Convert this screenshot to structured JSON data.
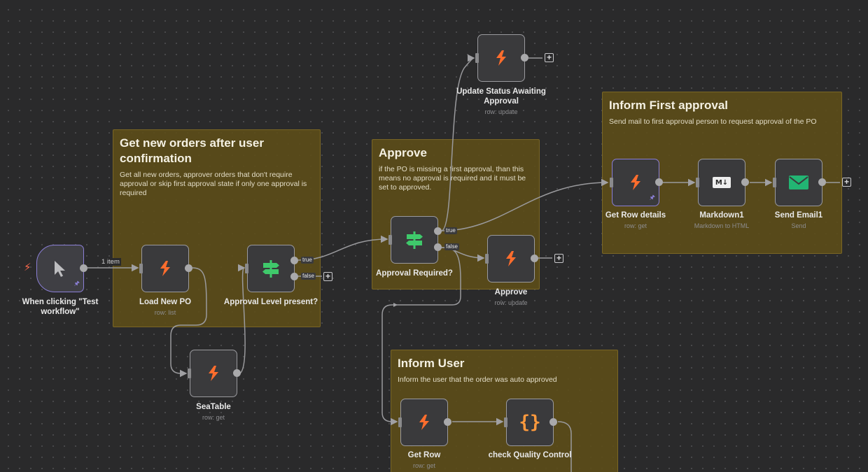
{
  "colors": {
    "canvas": "#2a2a2b",
    "sticky": "#5c4d18",
    "seatable_orange": "#ff6d2d",
    "if_green": "#3fc96b",
    "email_green": "#22b573",
    "trigger_purple": "#8b7fd6"
  },
  "stickies": [
    {
      "id": "get-orders",
      "title": "Get new orders after user confirmation",
      "text": "Get all new orders, approver orders that don't require approval or skip first approval state if only one approval is required"
    },
    {
      "id": "approve",
      "title": "Approve",
      "text": "if the PO is missing a first approval, than this means no approval is required and it must be set to approved."
    },
    {
      "id": "inform-first",
      "title": "Inform First approval",
      "text": "Send mail to first approval person to request approval of the PO"
    },
    {
      "id": "inform-user",
      "title": "Inform User",
      "text": "Inform the user that the order was auto approved"
    }
  ],
  "nodes": {
    "trigger": {
      "label": "When clicking \"Test workflow\"",
      "icon": "cursor-icon"
    },
    "load_po": {
      "label": "Load New PO",
      "sub": "row: list",
      "icon": "seatable-icon"
    },
    "approval_level": {
      "label": "Approval Level present?",
      "icon": "if-signpost-icon"
    },
    "seatable": {
      "label": "SeaTable",
      "sub": "row: get",
      "icon": "seatable-icon"
    },
    "approval_required": {
      "label": "Approval Required?",
      "icon": "if-signpost-icon"
    },
    "update_status": {
      "label": "Update Status Awaiting Approval",
      "sub": "row: update",
      "icon": "seatable-icon"
    },
    "approve": {
      "label": "Approve",
      "sub": "row: update",
      "icon": "seatable-icon"
    },
    "get_row_details": {
      "label": "Get Row details",
      "sub": "row: get",
      "icon": "seatable-icon"
    },
    "markdown": {
      "label": "Markdown1",
      "sub": "Markdown to HTML",
      "icon": "markdown-icon",
      "icon_text": "M↓"
    },
    "send_email": {
      "label": "Send Email1",
      "sub": "Send",
      "icon": "envelope-icon"
    },
    "get_row": {
      "label": "Get Row",
      "sub": "row: get",
      "icon": "seatable-icon"
    },
    "quality": {
      "label": "check Quality Control",
      "icon": "code-braces-icon",
      "icon_text": "{}"
    }
  },
  "edge_labels": {
    "trigger_items": "1 item",
    "true": "true",
    "false": "false"
  },
  "add_button": "+"
}
